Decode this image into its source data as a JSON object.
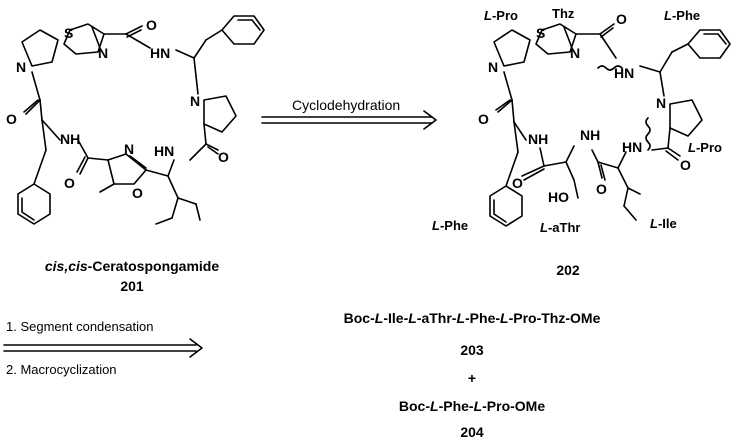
{
  "left_molecule": {
    "atoms": {
      "s": "S",
      "n": "N",
      "o": "O",
      "nh": "NH",
      "hn": "HN",
      "ho": "HO"
    },
    "name_italic": "cis,cis",
    "name_rest": "-Ceratospongamide",
    "number": "201"
  },
  "arrow_top": {
    "label": "Cyclodehydration"
  },
  "right_molecule": {
    "number": "202",
    "residues": {
      "pro_top": {
        "prefix": "L",
        "rest": "-Pro"
      },
      "thz": {
        "text": "Thz"
      },
      "phe_top": {
        "prefix": "L",
        "rest": "-Phe"
      },
      "pro_right": {
        "prefix": "L",
        "rest": "-Pro"
      },
      "phe_bottom": {
        "prefix": "L",
        "rest": "-Phe"
      },
      "athr": {
        "prefix": "L",
        "rest": "-aThr"
      },
      "ile": {
        "prefix": "L",
        "rest": "-Ile"
      }
    }
  },
  "arrow_bottom": {
    "step1": "1. Segment condensation",
    "step2": "2. Macrocyclization"
  },
  "fragments": {
    "f203": {
      "parts": [
        "Boc-",
        "L",
        "-Ile-",
        "L",
        "-aThr-",
        "L",
        "-Phe-",
        "L",
        "-Pro-Thz-OMe"
      ],
      "number": "203"
    },
    "plus": "+",
    "f204": {
      "parts": [
        "Boc-",
        "L",
        "-Phe-",
        "L",
        "-Pro-OMe"
      ],
      "number": "204"
    }
  }
}
